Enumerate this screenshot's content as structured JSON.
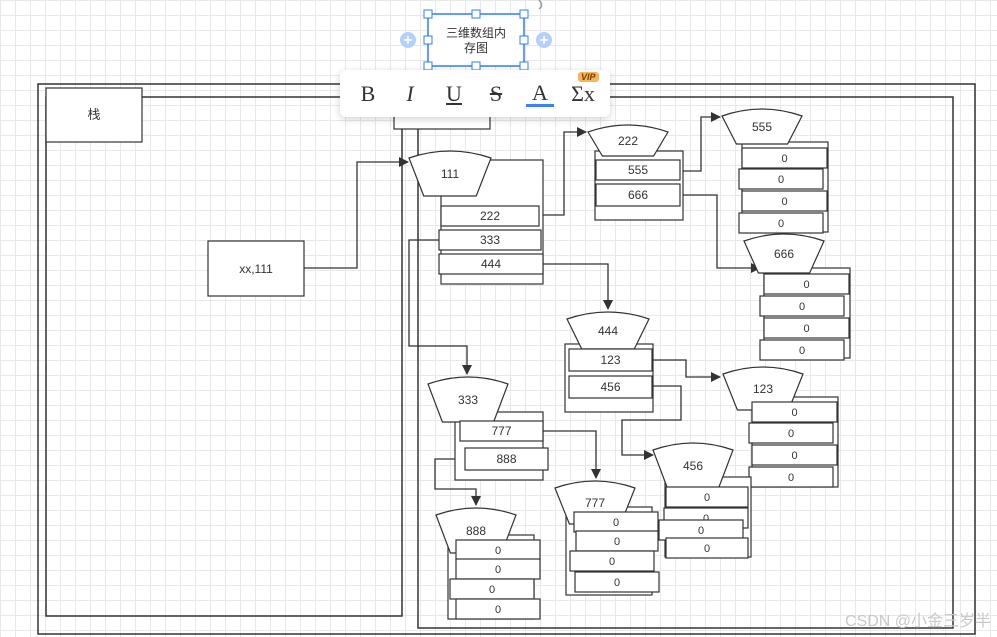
{
  "title_node": "三维数组内\n存图",
  "stack_label": "栈",
  "var_label": "xx,111",
  "arr111": {
    "name": "111",
    "cells": [
      "222",
      "333",
      "444"
    ]
  },
  "arr222": {
    "name": "222",
    "cells": [
      "555",
      "666"
    ]
  },
  "arr333": {
    "name": "333",
    "cells": [
      "777",
      "888"
    ]
  },
  "arr444": {
    "name": "444",
    "cells": [
      "123",
      "456"
    ]
  },
  "arr555": {
    "name": "555",
    "cells": [
      "0",
      "0",
      "0",
      "0"
    ]
  },
  "arr666": {
    "name": "666",
    "cells": [
      "0",
      "0",
      "0",
      "0"
    ]
  },
  "arr123": {
    "name": "123",
    "cells": [
      "0",
      "0",
      "0",
      "0"
    ]
  },
  "arr456": {
    "name": "456",
    "cells": [
      "0",
      "0",
      "0",
      "0"
    ]
  },
  "arr777": {
    "name": "777",
    "cells": [
      "0",
      "0",
      "0",
      "0"
    ]
  },
  "arr888": {
    "name": "888",
    "cells": [
      "0",
      "0",
      "0",
      "0"
    ]
  },
  "toolbar": {
    "bold": "B",
    "italic": "I",
    "underline": "U",
    "strike": "S",
    "font_color": "A",
    "formula": "Σx",
    "vip": "VIP",
    "font_color_accent": "#3b82f6"
  },
  "watermark": "CSDN @小金三岁半",
  "colors": {
    "stroke": "#333333",
    "selection": "#2d7ff9",
    "plus": "#b3d1fb"
  }
}
